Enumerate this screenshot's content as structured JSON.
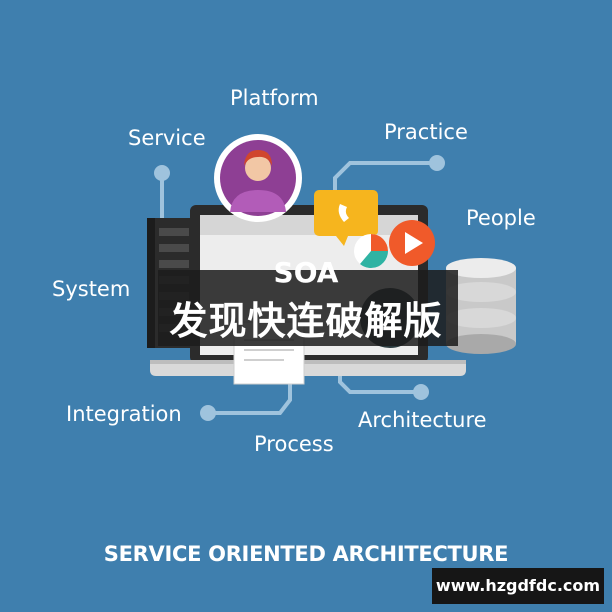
{
  "labels": {
    "platform": "Platform",
    "service": "Service",
    "practice": "Practice",
    "people": "People",
    "system": "System",
    "integration": "Integration",
    "process": "Process",
    "architecture": "Architecture"
  },
  "banner": {
    "title": "SOA",
    "subtitle": "发现快连破解版"
  },
  "footer": {
    "title": "SERVICE ORIENTED ARCHITECTURE"
  },
  "watermark": {
    "url": "www.hzgdfdc.com"
  },
  "colors": {
    "background": "#3f7fae",
    "connector": "#9fc3dd",
    "accent_yellow": "#f6b51e",
    "accent_orange": "#f05a2a",
    "accent_teal": "#2fb3a3",
    "avatar_purple": "#8e3f94",
    "server_dark": "#2b2b2b"
  },
  "icons": [
    "user-avatar-icon",
    "chat-bubble-icon",
    "pie-chart-icon",
    "play-icon",
    "database-icon",
    "server-rack-icon",
    "document-icon",
    "laptop-icon"
  ]
}
